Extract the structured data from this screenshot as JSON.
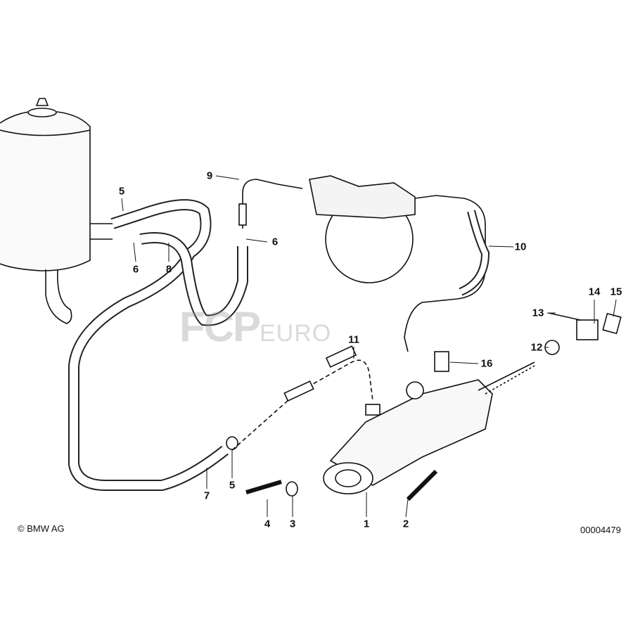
{
  "callouts": [
    {
      "id": "5a",
      "text": "5"
    },
    {
      "id": "6a",
      "text": "6"
    },
    {
      "id": "8",
      "text": "8"
    },
    {
      "id": "9",
      "text": "9"
    },
    {
      "id": "6b",
      "text": "6"
    },
    {
      "id": "10",
      "text": "10"
    },
    {
      "id": "14",
      "text": "14"
    },
    {
      "id": "15",
      "text": "15"
    },
    {
      "id": "13",
      "text": "13"
    },
    {
      "id": "12",
      "text": "12"
    },
    {
      "id": "11",
      "text": "11"
    },
    {
      "id": "16",
      "text": "16"
    },
    {
      "id": "5b",
      "text": "5"
    },
    {
      "id": "7",
      "text": "7"
    },
    {
      "id": "4",
      "text": "4"
    },
    {
      "id": "3",
      "text": "3"
    },
    {
      "id": "1",
      "text": "1"
    },
    {
      "id": "2",
      "text": "2"
    }
  ],
  "copyright": "© BMW AG",
  "diagram_number": "00004479",
  "watermark": {
    "brand": "FCP",
    "suffix": "EURO"
  }
}
